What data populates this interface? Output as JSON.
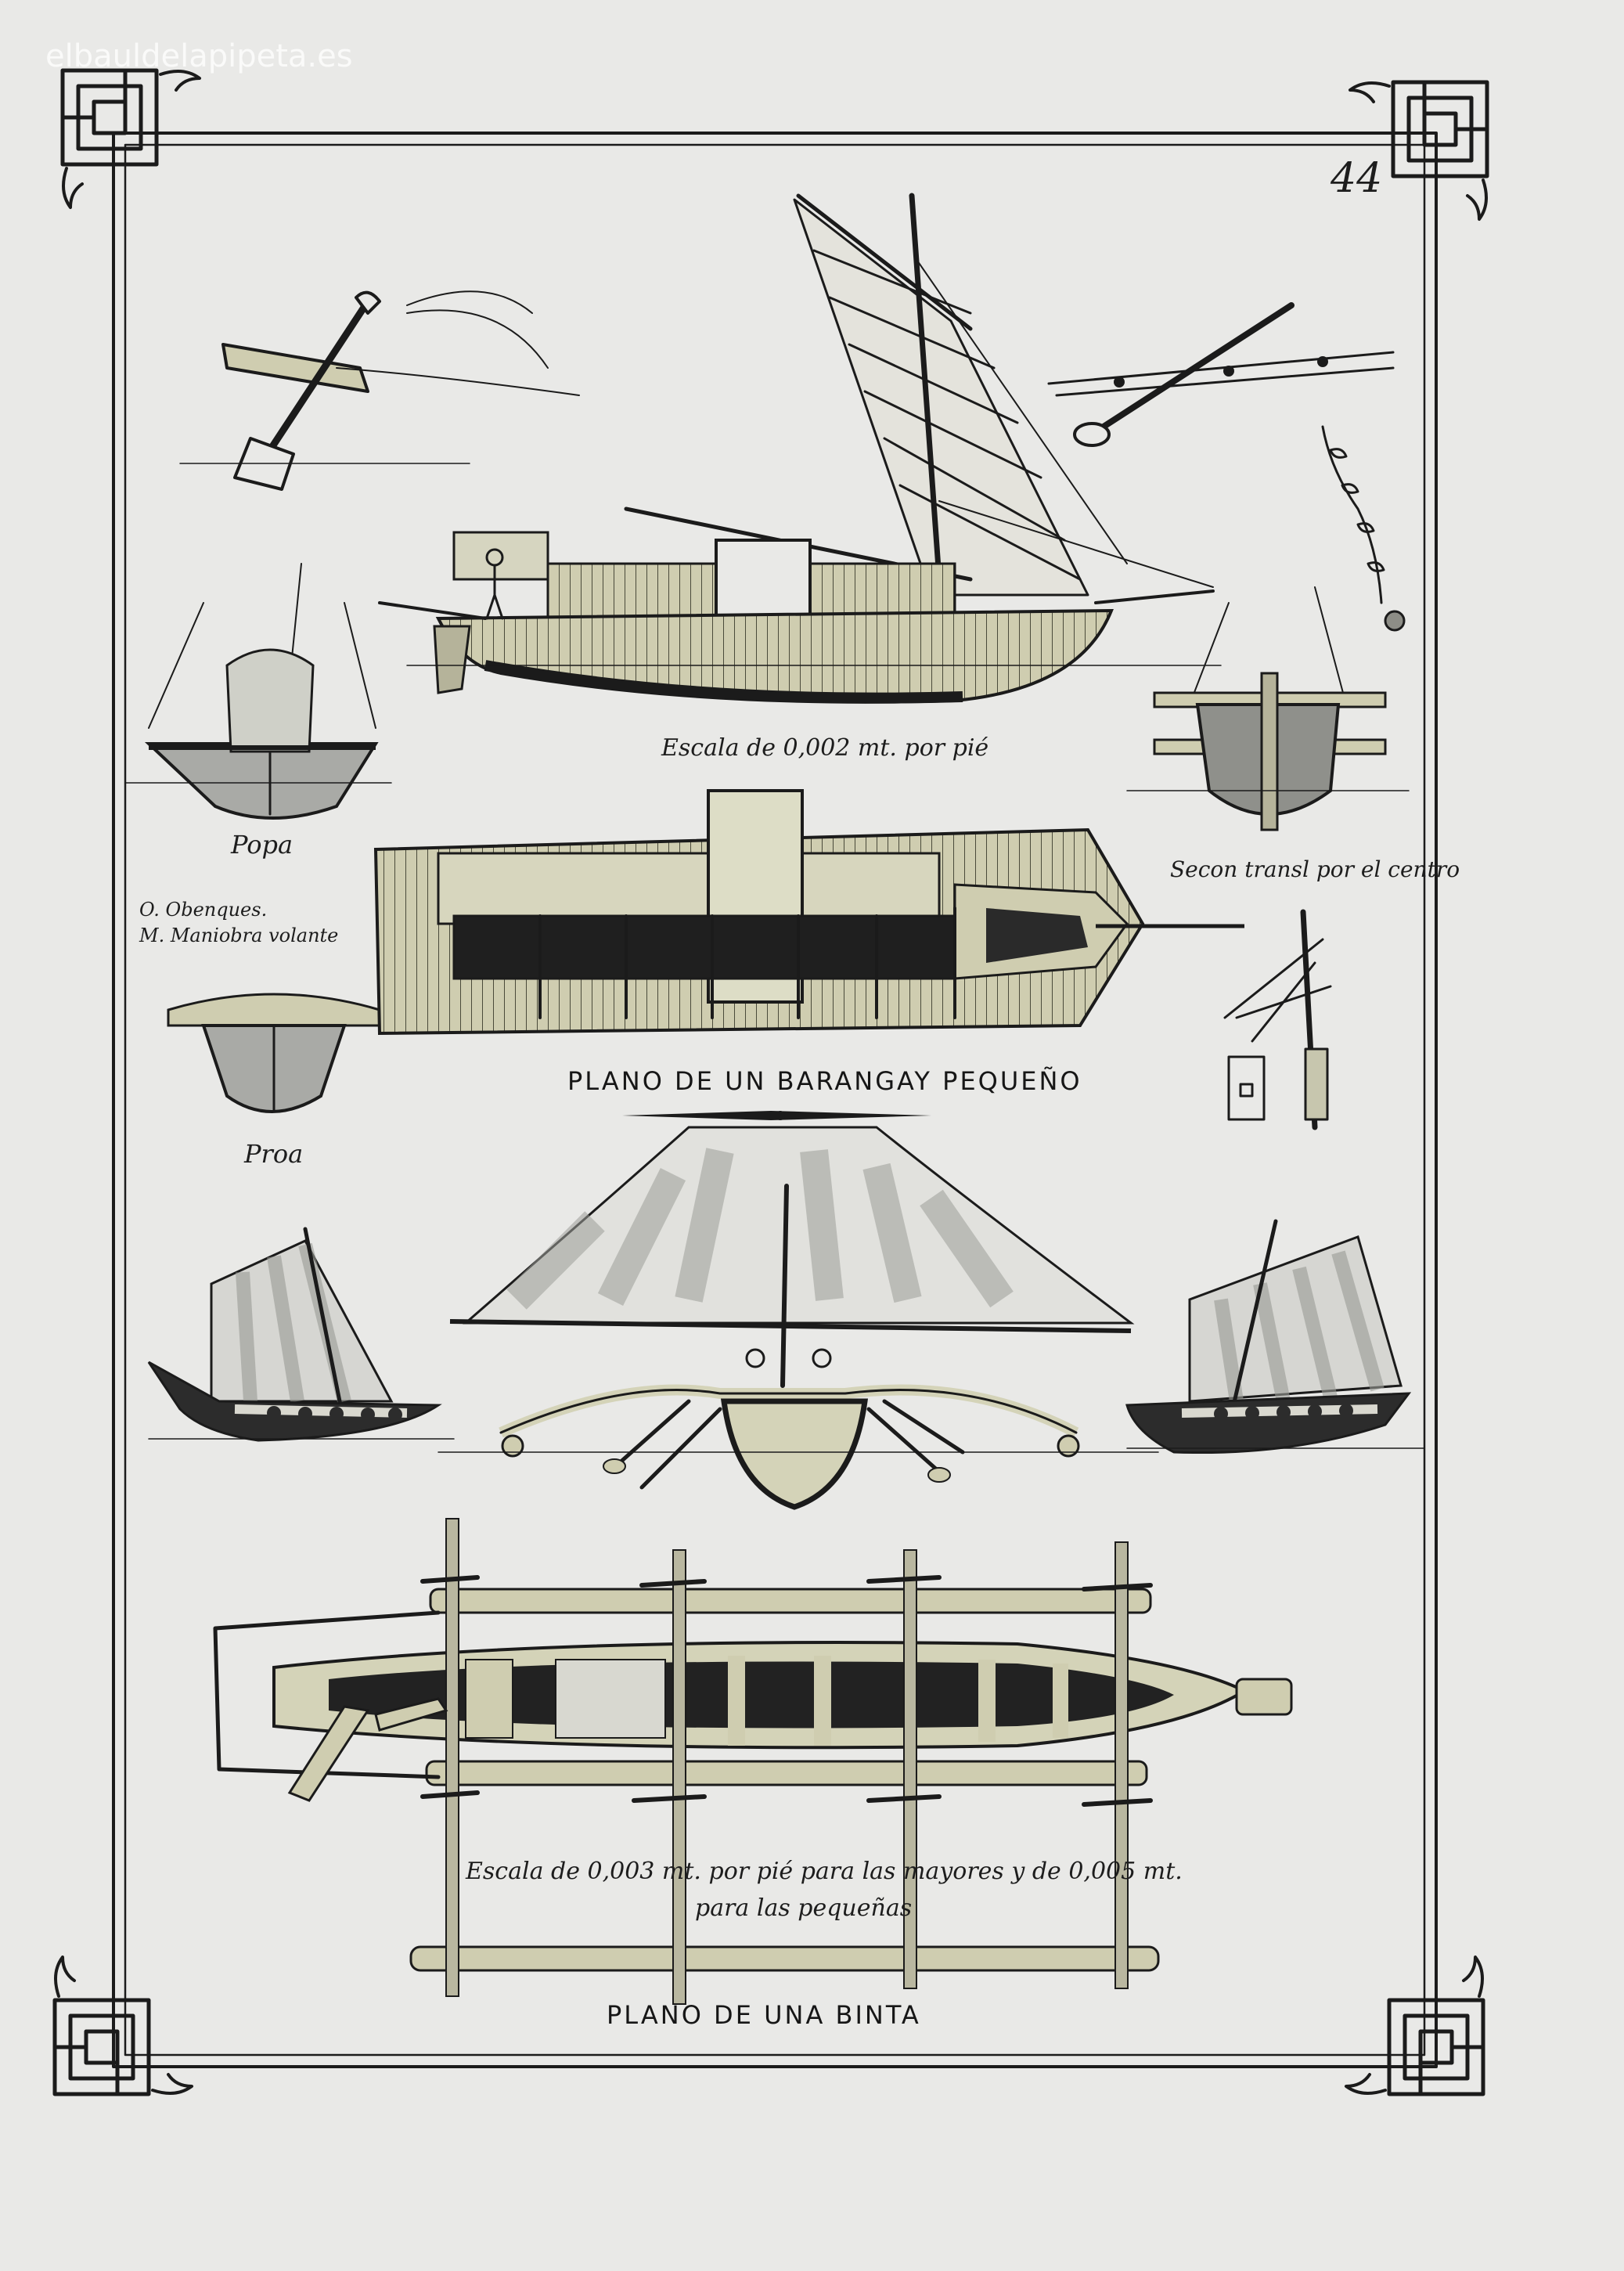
{
  "watermark": "elbauldelapipeta.es",
  "page_number": "44",
  "barangay": {
    "scale_note": "Escala de 0,002 mt. por pié",
    "stern_label": "Popa",
    "bow_label": "Proa",
    "section_label": "Secon transl por el centro",
    "legend_line1": "O. Obenques.",
    "legend_line2": "M. Maniobra volante",
    "plan_title": "PLANO DE UN BARANGAY PEQUEÑO"
  },
  "binta": {
    "scale_line1": "Escala de 0,003 mt. por pié para las mayores y de 0,005 mt.",
    "scale_line2": "para las pequeñas",
    "plan_title": "PLANO DE UNA BINTA"
  },
  "colors": {
    "paper": "#e9e9e7",
    "ink": "#1b1b1b",
    "wash_olive": "#c9c7a4",
    "wash_grey": "#a9aaa6",
    "hull_dark": "#2a2a2a"
  }
}
